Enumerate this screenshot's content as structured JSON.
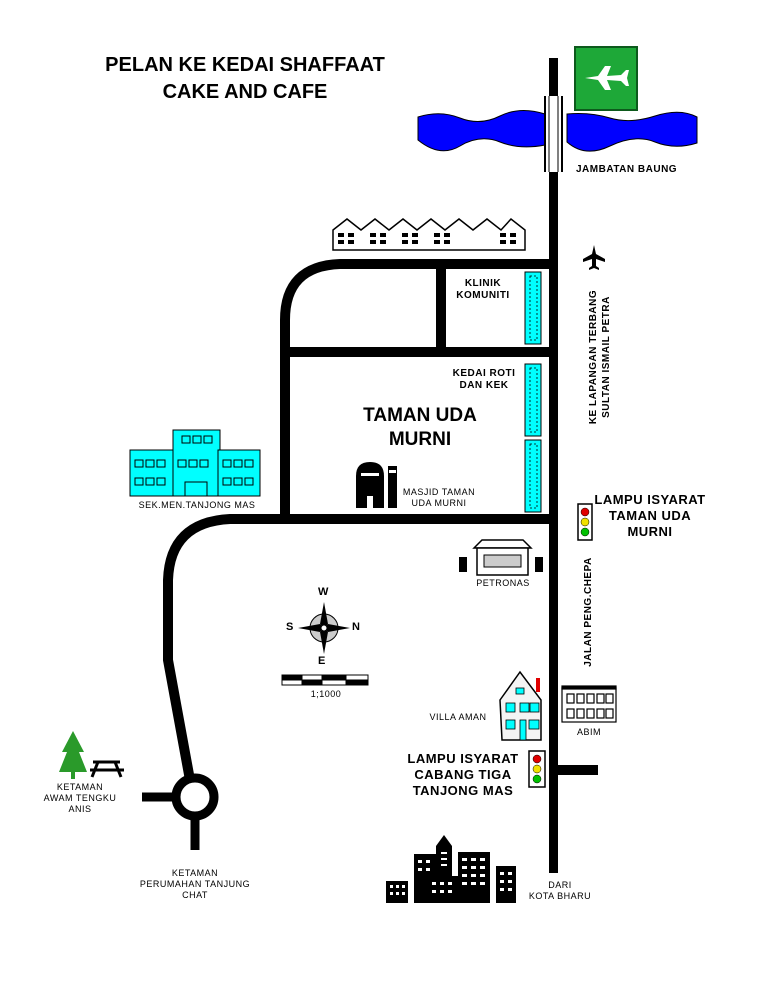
{
  "title": {
    "line1": "PELAN KE KEDAI SHAFFAAT",
    "line2": "CAKE AND CAFE"
  },
  "labels": {
    "bridge": "JAMBATAN BAUNG",
    "clinic": "KLINIK\nKOMUNITI",
    "bakery": "KEDAI ROTI\nDAN KEK",
    "taman": "TAMAN UDA\nMURNI",
    "mosque": "MASJID TAMAN\nUDA MURNI",
    "school": "SEK.MEN.TANJONG MAS",
    "airport_road": "KE LAPANGAN TERBANG\nSULTAN ISMAIL PETRA",
    "traffic_light_1": "LAMPU ISYARAT\nTAMAN UDA\nMURNI",
    "petronas": "PETRONAS",
    "jalan": "JALAN PENG.CHEPA",
    "villa": "VILLA AMAN",
    "abim": "ABIM",
    "traffic_light_2": "LAMPU ISYARAT\nCABANG TIGA\nTANJONG MAS",
    "park": "KETAMAN\nAWAM TENGKU\nANIS",
    "housing": "KETAMAN\nPERUMAHAN TANJUNG\nCHAT",
    "from_kb": "DARI\nKOTA BHARU"
  },
  "compass": {
    "north_top": "W",
    "left": "S",
    "right": "N",
    "bottom": "E"
  },
  "scale": {
    "label": "1;1000"
  },
  "colors": {
    "river": "#0000ff",
    "building_cyan": "#00ffff",
    "road": "#000000",
    "sign_green": "#1ea838",
    "tree_green": "#2a9a2a"
  },
  "icons": [
    "airplane-sign-icon",
    "airplane-icon",
    "traffic-light-icon",
    "tree-icon",
    "picnic-table-icon",
    "mosque-icon",
    "petrol-station-icon",
    "house-icon",
    "city-skyline-icon",
    "compass-rose-icon"
  ]
}
